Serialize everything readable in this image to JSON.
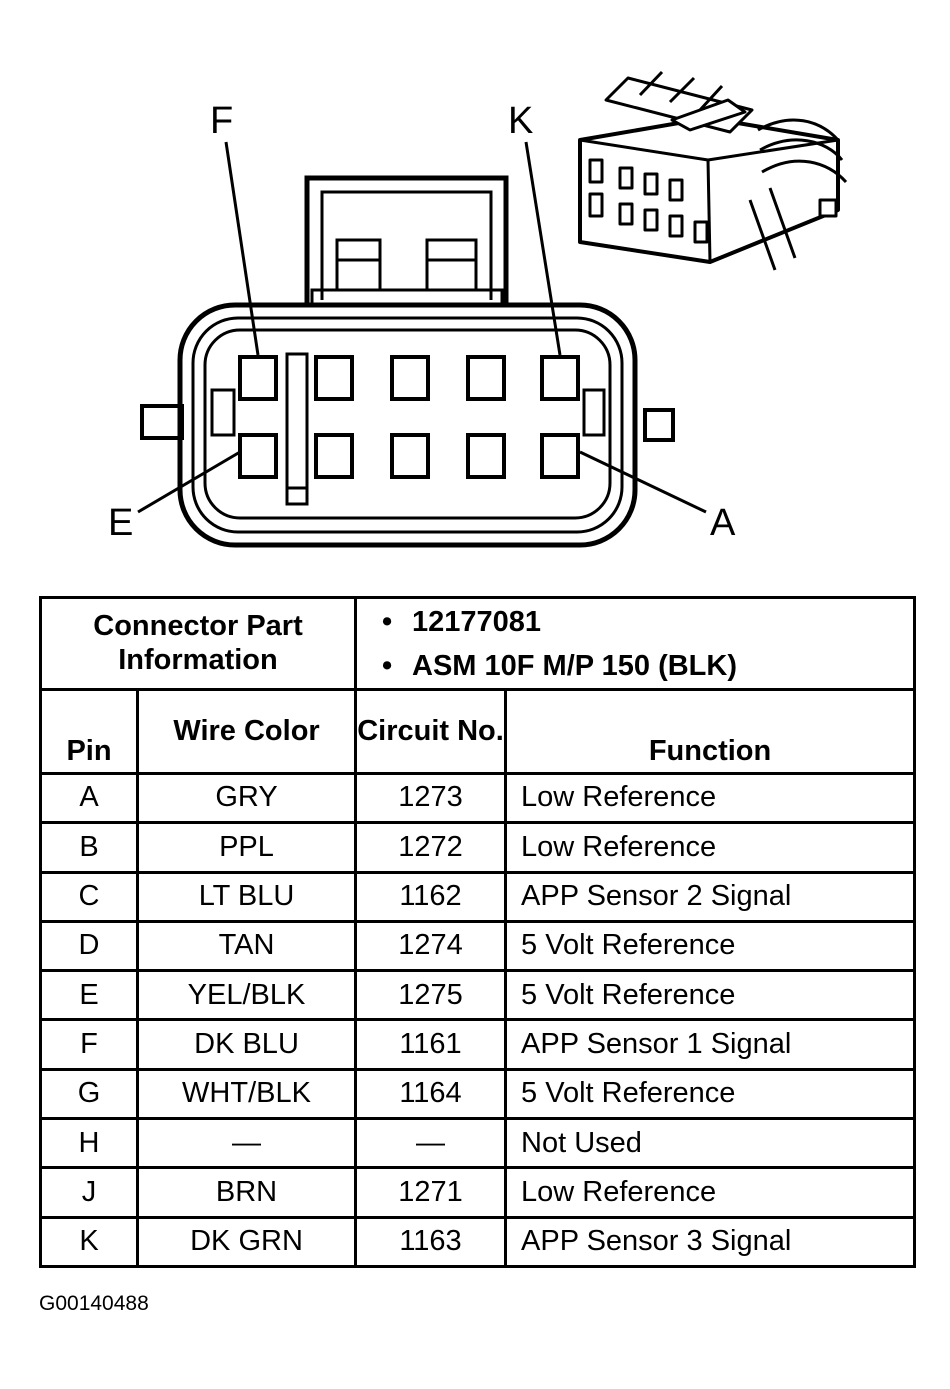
{
  "diagram": {
    "pin_labels": {
      "top_left": "F",
      "top_right": "K",
      "bottom_left": "E",
      "bottom_right": "A"
    }
  },
  "table": {
    "part_info_label": "Connector Part Information",
    "part_numbers": [
      "12177081",
      "ASM 10F M/P 150 (BLK)"
    ],
    "headers": {
      "pin": "Pin",
      "wire_color": "Wire Color",
      "circuit": "Circuit No.",
      "function": "Function"
    },
    "rows": [
      {
        "pin": "A",
        "color": "GRY",
        "circuit": "1273",
        "function": "Low Reference"
      },
      {
        "pin": "B",
        "color": "PPL",
        "circuit": "1272",
        "function": "Low Reference"
      },
      {
        "pin": "C",
        "color": "LT BLU",
        "circuit": "1162",
        "function": "APP Sensor 2 Signal"
      },
      {
        "pin": "D",
        "color": "TAN",
        "circuit": "1274",
        "function": "5 Volt Reference"
      },
      {
        "pin": "E",
        "color": "YEL/BLK",
        "circuit": "1275",
        "function": "5 Volt Reference"
      },
      {
        "pin": "F",
        "color": "DK BLU",
        "circuit": "1161",
        "function": "APP Sensor 1 Signal"
      },
      {
        "pin": "G",
        "color": "WHT/BLK",
        "circuit": "1164",
        "function": "5 Volt Reference"
      },
      {
        "pin": "H",
        "color": "—",
        "circuit": "—",
        "function": "Not Used"
      },
      {
        "pin": "J",
        "color": "BRN",
        "circuit": "1271",
        "function": "Low Reference"
      },
      {
        "pin": "K",
        "color": "DK GRN",
        "circuit": "1163",
        "function": "APP Sensor 3 Signal"
      }
    ]
  },
  "figure_id": "G00140488"
}
